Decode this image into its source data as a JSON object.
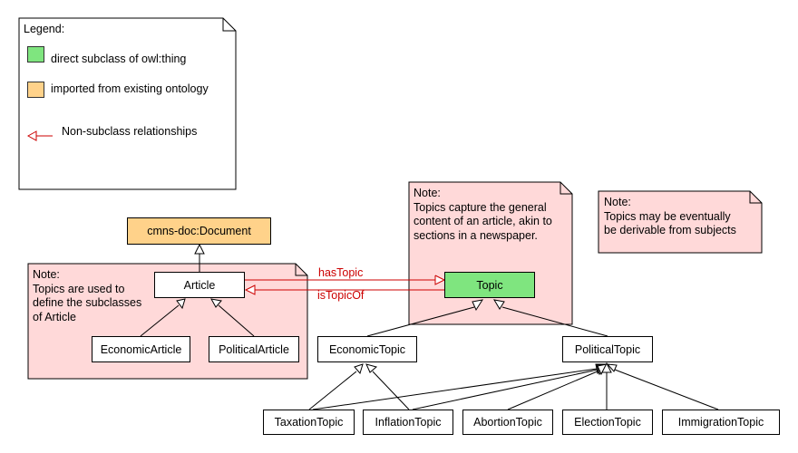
{
  "legend": {
    "title": "Legend:",
    "items": [
      {
        "label": "direct subclass of owl:thing",
        "color": "#7fe57f"
      },
      {
        "label": "imported from existing ontology",
        "color": "#ffd28a"
      },
      {
        "label": "Non-subclass relationships",
        "color": "#cc0000"
      }
    ]
  },
  "notes": {
    "article": [
      "Note:",
      "Topics are used to",
      "define the subclasses",
      "of Article"
    ],
    "topic": [
      "Note:",
      "Topics capture the general",
      "content of an article, akin to",
      "sections in a newspaper."
    ],
    "derivable": [
      "Note:",
      "Topics may be eventually",
      "be derivable from subjects"
    ]
  },
  "classes": {
    "document": "cmns-doc:Document",
    "article": "Article",
    "economic_article": "EconomicArticle",
    "political_article": "PoliticalArticle",
    "topic": "Topic",
    "economic_topic": "EconomicTopic",
    "political_topic": "PoliticalTopic",
    "taxation_topic": "TaxationTopic",
    "inflation_topic": "InflationTopic",
    "abortion_topic": "AbortionTopic",
    "election_topic": "ElectionTopic",
    "immigration_topic": "ImmigrationTopic"
  },
  "relations": {
    "has_topic": "hasTopic",
    "is_topic_of": "isTopicOf"
  },
  "colors": {
    "note_fill": "#ffd9d9",
    "imported": "#ffd28a",
    "direct_subclass": "#7fe57f",
    "relationship": "#cc0000"
  }
}
